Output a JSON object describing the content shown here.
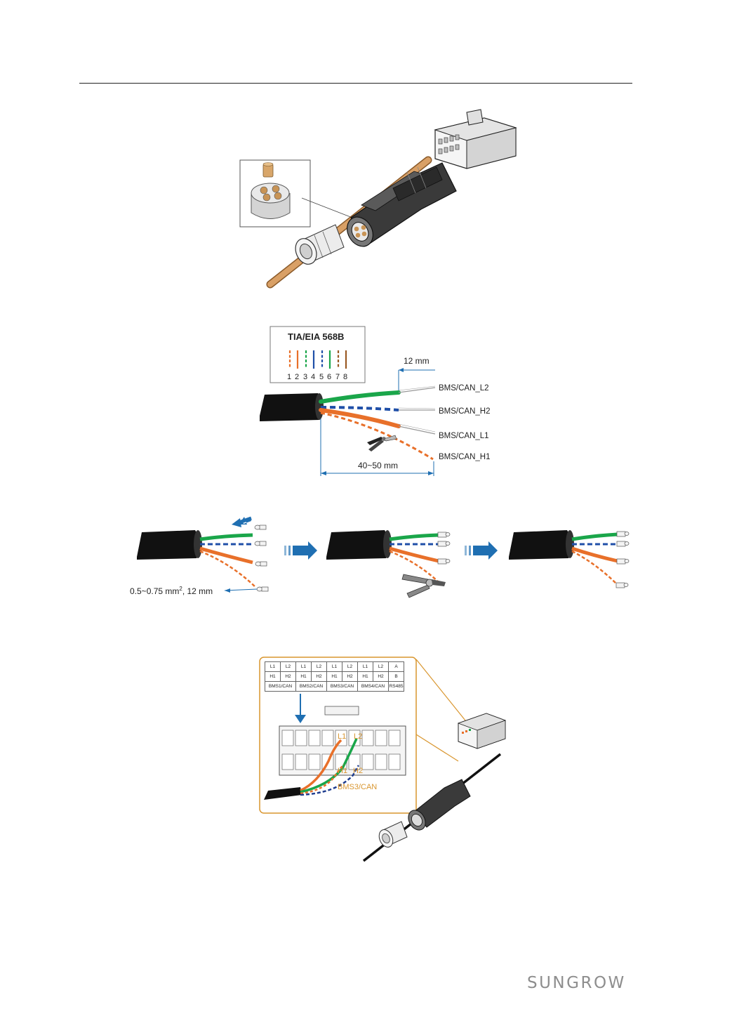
{
  "figure2": {
    "standard_title": "TIA/EIA 568B",
    "pin_numbers": [
      "1",
      "2",
      "3",
      "4",
      "5",
      "6",
      "7",
      "8"
    ],
    "strip_length": "12 mm",
    "jacket_length": "40~50 mm",
    "wire_labels": [
      "BMS/CAN_L2",
      "BMS/CAN_H2",
      "BMS/CAN_L1",
      "BMS/CAN_H1"
    ],
    "colors": {
      "orange": "#e8702a",
      "green": "#1aa64a",
      "blue": "#1f4fa8",
      "brown": "#9a5a24"
    }
  },
  "figure3": {
    "ferrule_spec_prefix": "0.5~0.75 mm",
    "ferrule_spec_sup": "2",
    "ferrule_spec_suffix": ", 12 mm"
  },
  "figure4": {
    "table_row1": [
      "L1",
      "L2",
      "L1",
      "L2",
      "L1",
      "L2",
      "L1",
      "L2",
      "A"
    ],
    "table_row2": [
      "H1",
      "H2",
      "H1",
      "H2",
      "H1",
      "H2",
      "H1",
      "H2",
      "B"
    ],
    "table_row3": [
      "BMS1/CAN",
      "BMS2/CAN",
      "BMS3/CAN",
      "BMS4/CAN",
      "RS485"
    ],
    "terminal_l1": "L1",
    "terminal_l2": "L2",
    "terminal_h1": "H1",
    "terminal_h2": "H2",
    "group_label": "BMS3/CAN",
    "accent": "#d9962f"
  },
  "footer": {
    "logo_text": "SUNGROW"
  }
}
